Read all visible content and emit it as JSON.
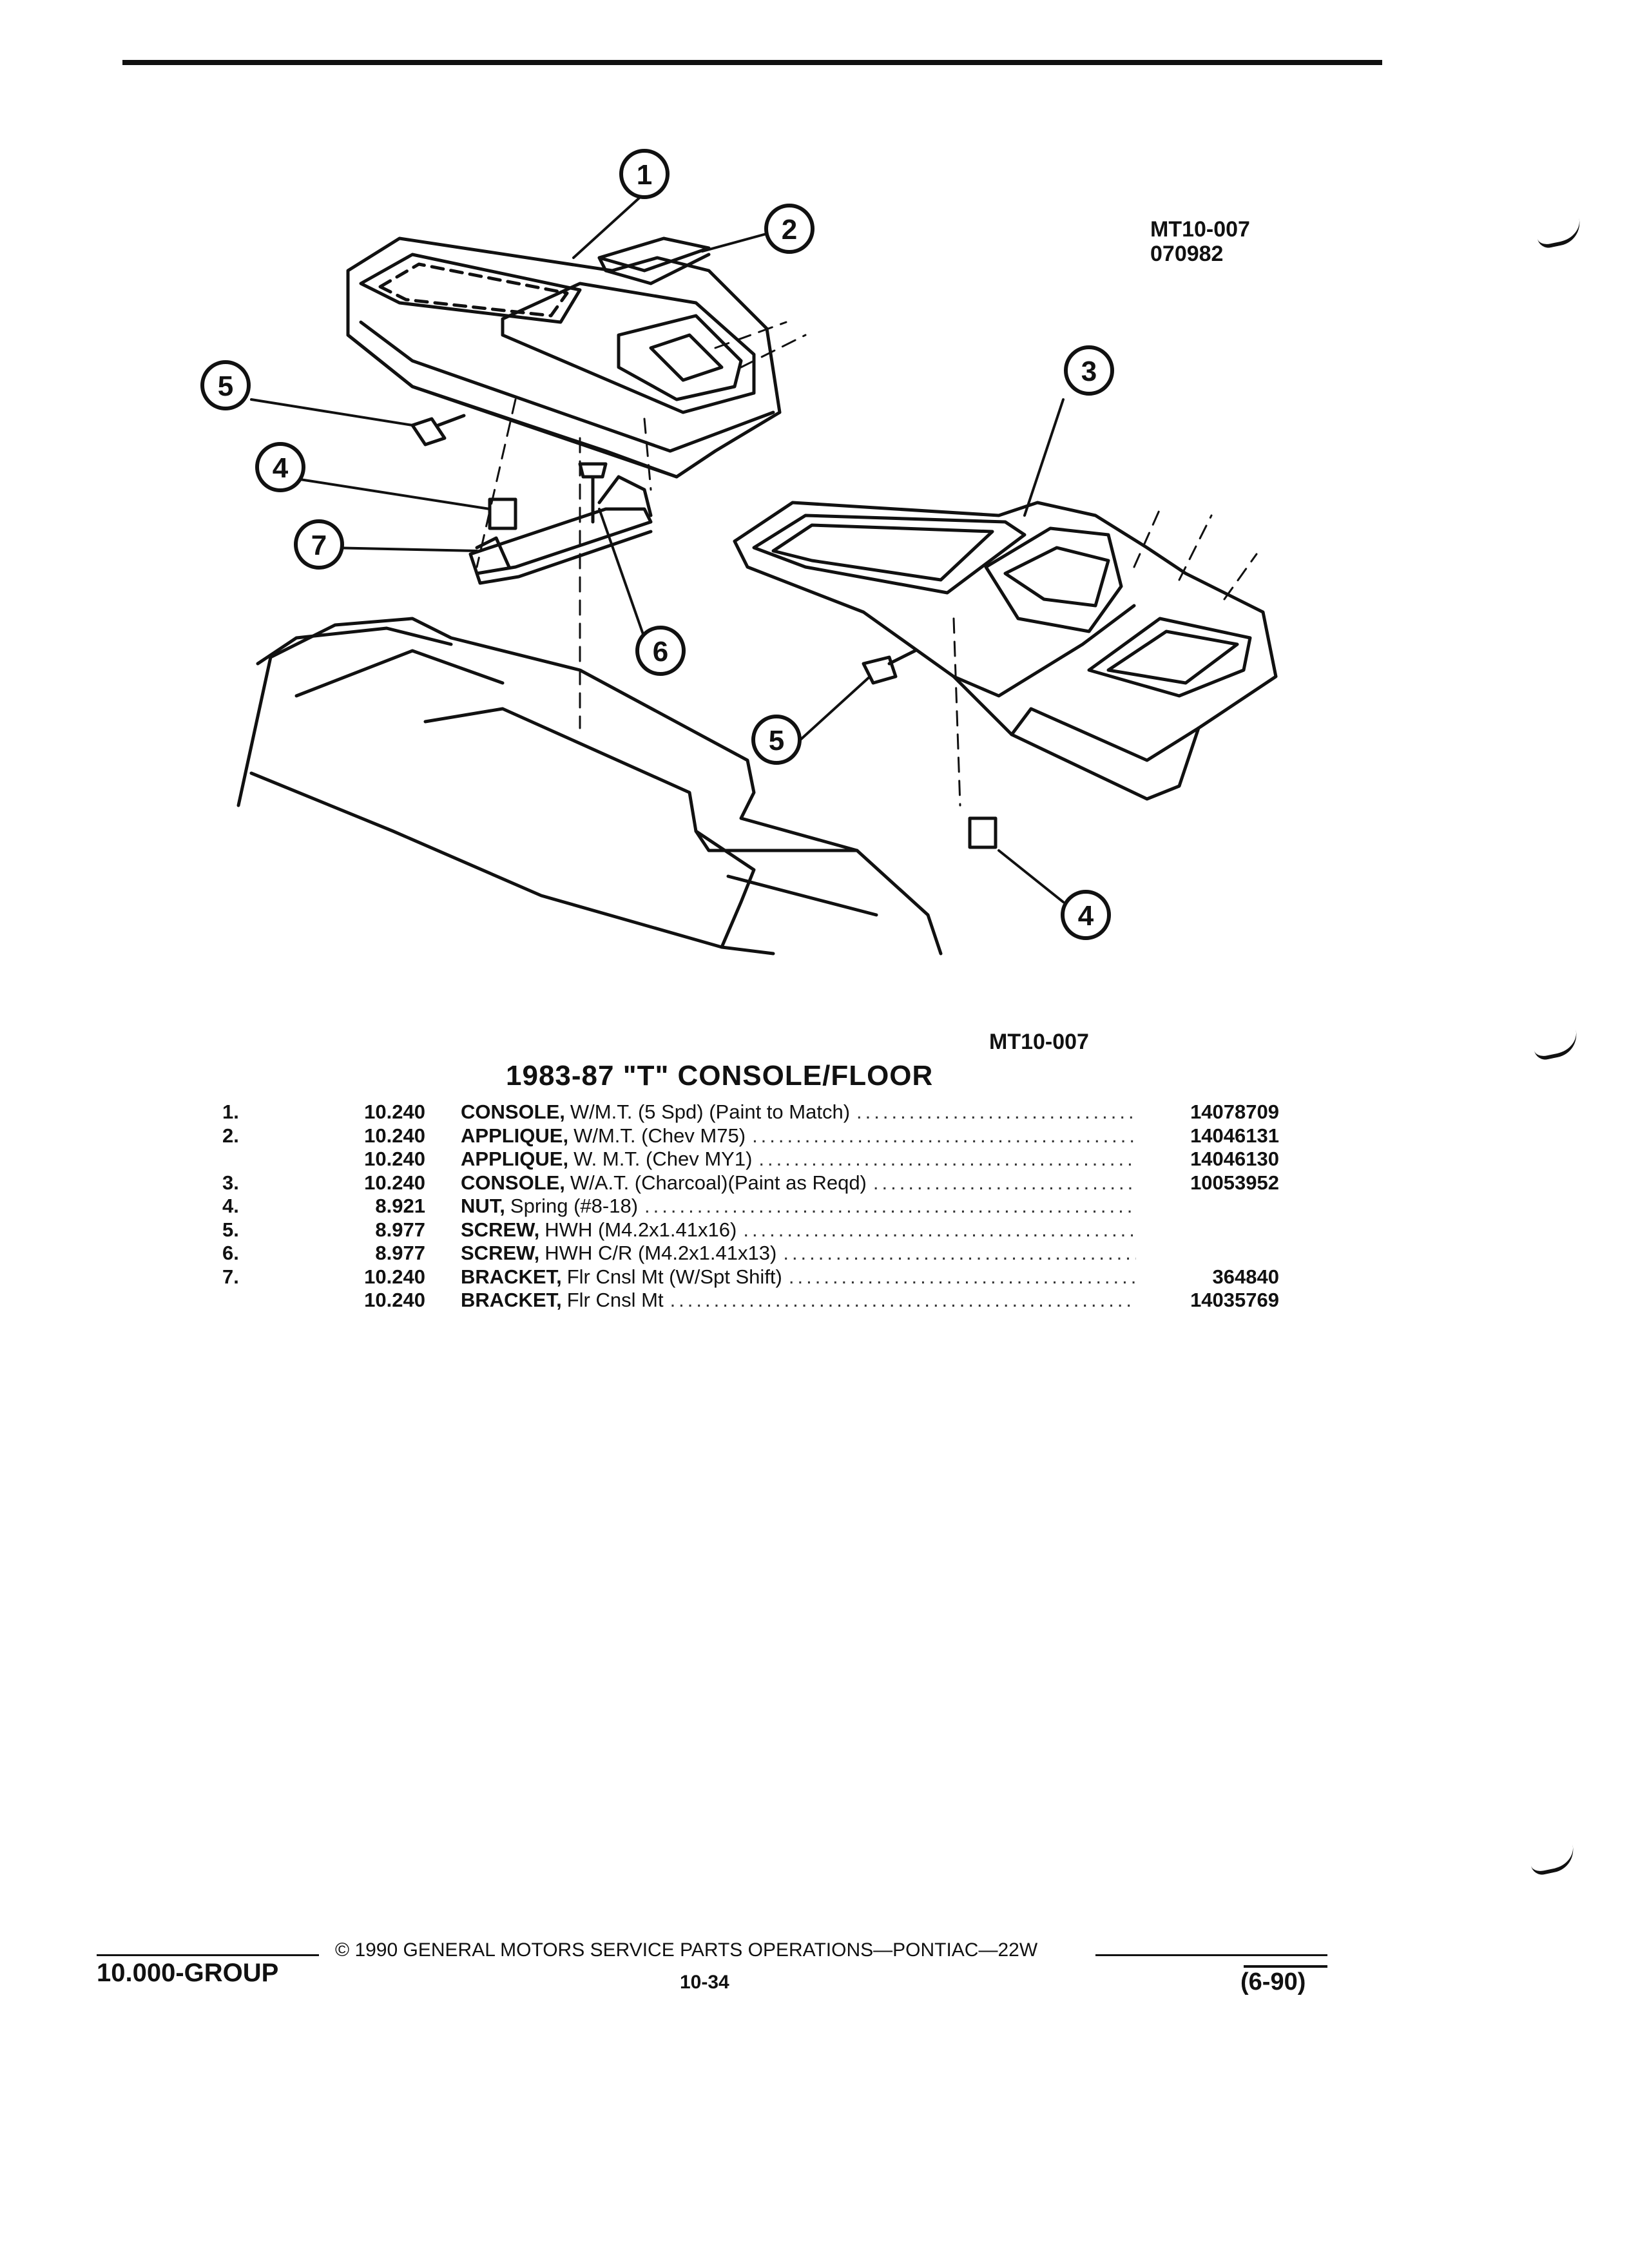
{
  "diagram": {
    "figure_code": "MT10-007",
    "figure_date": "070982",
    "bottom_code": "MT10-007",
    "callouts": [
      "1",
      "2",
      "3",
      "4",
      "5",
      "6",
      "7",
      "5",
      "4"
    ]
  },
  "title": "1983-87 \"T\" CONSOLE/FLOOR",
  "parts": [
    {
      "num": "1.",
      "group": "10.240",
      "name": "CONSOLE,",
      "detail": "W/M.T. (5 Spd) (Paint to Match)",
      "part_no": "14078709"
    },
    {
      "num": "2.",
      "group": "10.240",
      "name": "APPLIQUE,",
      "detail": "W/M.T. (Chev M75)",
      "part_no": "14046131"
    },
    {
      "num": "",
      "group": "10.240",
      "name": "APPLIQUE,",
      "detail": "W. M.T. (Chev MY1)",
      "part_no": "14046130"
    },
    {
      "num": "3.",
      "group": "10.240",
      "name": "CONSOLE,",
      "detail": "W/A.T. (Charcoal)(Paint as Reqd)",
      "part_no": "10053952"
    },
    {
      "num": "4.",
      "group": "8.921",
      "name": "NUT,",
      "detail": "Spring (#8-18)",
      "part_no": ""
    },
    {
      "num": "5.",
      "group": "8.977",
      "name": "SCREW,",
      "detail": "HWH (M4.2x1.41x16)",
      "part_no": ""
    },
    {
      "num": "6.",
      "group": "8.977",
      "name": "SCREW,",
      "detail": "HWH C/R (M4.2x1.41x13)",
      "part_no": ""
    },
    {
      "num": "7.",
      "group": "10.240",
      "name": "BRACKET,",
      "detail": "Flr Cnsl Mt (W/Spt Shift)",
      "part_no": "364840"
    },
    {
      "num": "",
      "group": "10.240",
      "name": "BRACKET,",
      "detail": "Flr Cnsl Mt",
      "part_no": "14035769"
    }
  ],
  "footer": {
    "group": "10.000-GROUP",
    "copyright": "© 1990 GENERAL MOTORS SERVICE PARTS OPERATIONS—PONTIAC—22W",
    "page": "10-34",
    "date_code": "(6-90)"
  }
}
